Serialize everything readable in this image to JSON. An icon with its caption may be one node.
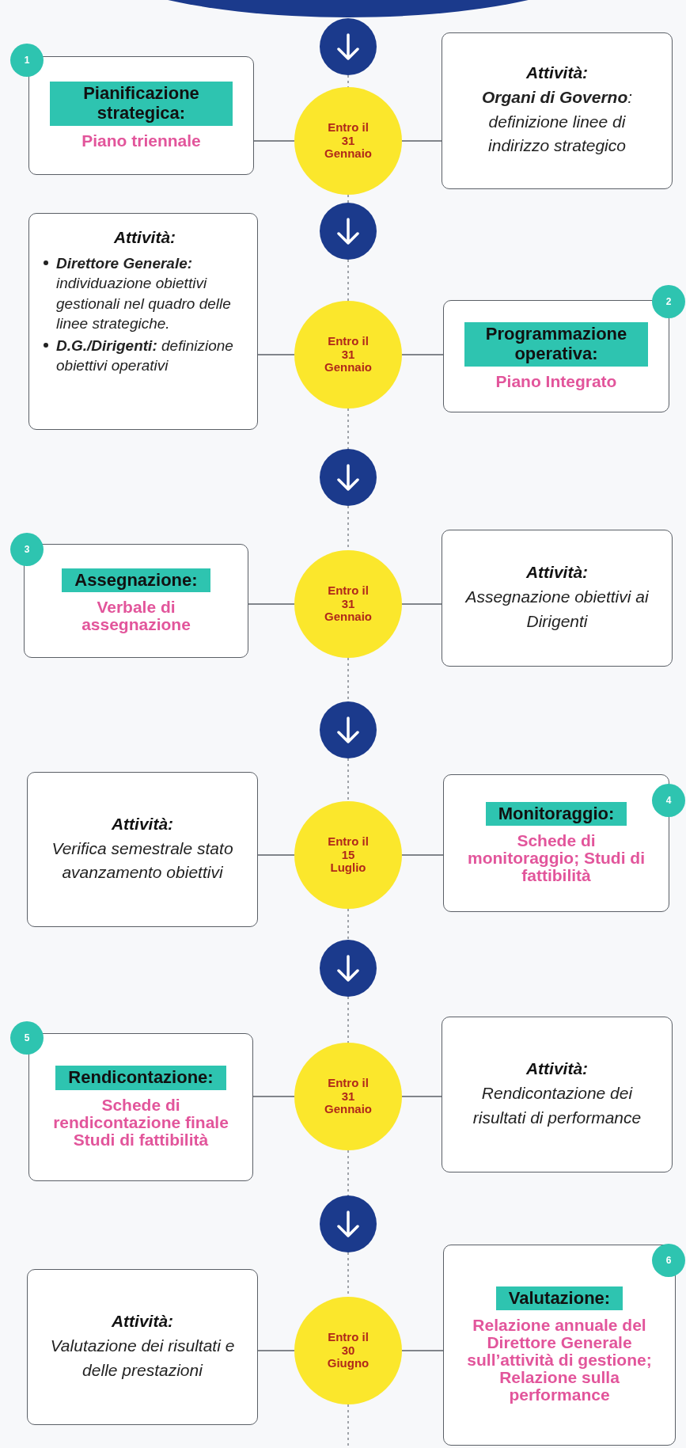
{
  "diagram": {
    "nodes": [
      {
        "text": [],
        "shape": "ellipse"
      },
      {
        "text": [],
        "shape": "circle"
      },
      {
        "text": [
          "Pianificazione strategica:",
          "Piano triennale"
        ]
      },
      {
        "text": [
          "Entro il 31 Gennaio"
        ]
      },
      {
        "text": [
          "Attività:",
          "**Organi di Governo**: definizione linee di indirizzo strategico"
        ]
      },
      {
        "text": [
          "1"
        ]
      },
      {
        "text": [],
        "shape": "circle"
      },
      {
        "text": [
          "Attività:",
          "**Direttore Generale:** individuazione obiettivi gestionali nel quadro delle linee strategiche.",
          "**D.G./Dirigenti:** definizione obiettivi operativi"
        ]
      },
      {
        "text": [
          "Entro il 31 Gennaio"
        ]
      },
      {
        "text": [
          "Programmazione operativa:",
          "Piano Integrato"
        ]
      },
      {
        "text": [
          "2"
        ]
      },
      {
        "text": [],
        "shape": "circle"
      },
      {
        "text": [
          "Assegnazione:",
          "Verbale di assegnazione"
        ]
      },
      {
        "text": [
          "Entro il 31 Gennaio"
        ]
      },
      {
        "text": [
          "Attività:",
          "Assegnazione obiettivi ai Dirigenti"
        ]
      },
      {
        "text": [
          "3"
        ]
      },
      {
        "text": [],
        "shape": "circle"
      },
      {
        "text": [
          "Attività:",
          "Verifica semestrale stato avanzamento obiettivi"
        ]
      },
      {
        "text": [
          "Entro il 15 Luglio"
        ]
      },
      {
        "text": [
          "Monitoraggio:",
          "Schede di monitoraggio; Studi di fattibilità"
        ]
      },
      {
        "text": [
          "4"
        ]
      },
      {
        "text": [],
        "shape": "circle"
      },
      {
        "text": [
          "Rendicontazione:",
          "Schede di rendicontazione finale Studi di fattibilità"
        ]
      },
      {
        "text": [
          "Entro il 31 Gennaio"
        ]
      },
      {
        "text": [
          "Attività:",
          "Rendicontazione dei risultati di performance"
        ]
      },
      {
        "text": [
          "5"
        ]
      },
      {
        "text": [],
        "shape": "circle"
      },
      {
        "text": [
          "Attività:",
          "Valutazione dei risultati e delle prestazioni"
        ]
      },
      {
        "text": [
          "Entro il 30 Giugno"
        ]
      },
      {
        "text": [
          "Valutazione:",
          "Relazione annuale del Direttore Generale sull’attività di gestione; Relazione sulla performance"
        ]
      },
      {
        "text": [
          "6"
        ]
      }
    ],
    "edges": [
      {
        "from": 1,
        "to": 3,
        "arrow": "none",
        "style": "dashed"
      },
      {
        "from": 2,
        "to": 3,
        "arrow": "none"
      },
      {
        "from": 3,
        "to": 4,
        "arrow": "none"
      },
      {
        "from": 3,
        "to": 6,
        "arrow": "none",
        "style": "dashed"
      },
      {
        "from": 6,
        "to": 8,
        "arrow": "none",
        "style": "dashed"
      },
      {
        "from": 7,
        "to": 8,
        "arrow": "none"
      },
      {
        "from": 8,
        "to": 9,
        "arrow": "none"
      },
      {
        "from": 8,
        "to": 11,
        "arrow": "none",
        "style": "dashed"
      },
      {
        "from": 11,
        "to": 13,
        "arrow": "none",
        "style": "dashed"
      },
      {
        "from": 12,
        "to": 13,
        "arrow": "none"
      },
      {
        "from": 13,
        "to": 14,
        "arrow": "none"
      },
      {
        "from": 13,
        "to": 16,
        "arrow": "none",
        "style": "dashed"
      },
      {
        "from": 16,
        "to": 18,
        "arrow": "none",
        "style": "dashed"
      },
      {
        "from": 17,
        "to": 18,
        "arrow": "none"
      },
      {
        "from": 18,
        "to": 19,
        "arrow": "none"
      },
      {
        "from": 18,
        "to": 21,
        "arrow": "none",
        "style": "dashed"
      },
      {
        "from": 21,
        "to": 23,
        "arrow": "none",
        "style": "dashed"
      },
      {
        "from": 22,
        "to": 23,
        "arrow": "none"
      },
      {
        "from": 23,
        "to": 24,
        "arrow": "none"
      },
      {
        "from": 23,
        "to": 26,
        "arrow": "none",
        "style": "dashed"
      },
      {
        "from": 26,
        "to": 28,
        "arrow": "none",
        "style": "dashed"
      },
      {
        "from": 27,
        "to": 28,
        "arrow": "none"
      },
      {
        "from": 28,
        "to": 29,
        "arrow": "none"
      },
      {
        "from": 28,
        "to": null,
        "arrow": "none",
        "style": "dashed"
      }
    ]
  }
}
